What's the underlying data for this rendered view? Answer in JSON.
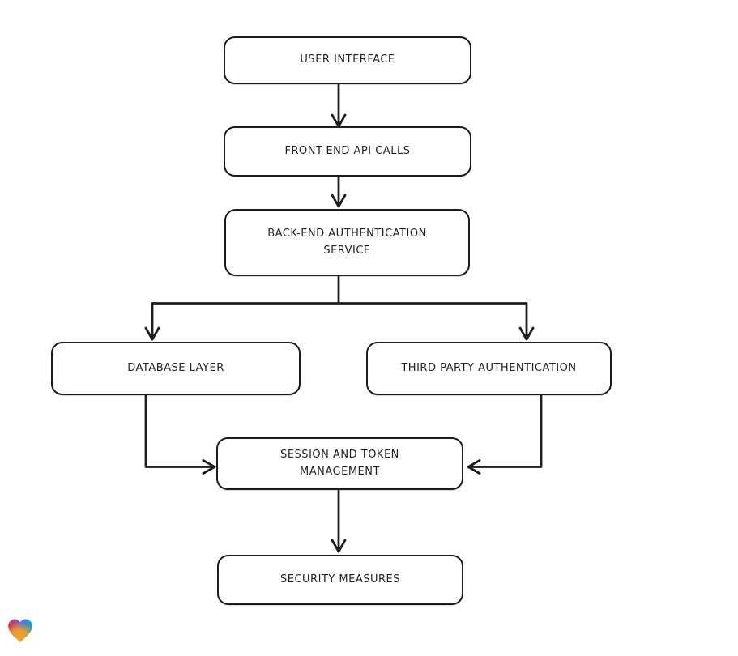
{
  "diagram": {
    "nodes": [
      {
        "id": "user-interface",
        "label": "USER INTERFACE"
      },
      {
        "id": "front-end-api-calls",
        "label": "FRONT-END API CALLS"
      },
      {
        "id": "back-end-authentication-service",
        "label": "BACK-END AUTHENTICATION\nSERVICE"
      },
      {
        "id": "database-layer",
        "label": "DATABASE LAYER"
      },
      {
        "id": "third-party-authentication",
        "label": "THIRD PARTY AUTHENTICATION"
      },
      {
        "id": "session-and-token-management",
        "label": "SESSION AND TOKEN\nMANAGEMENT"
      },
      {
        "id": "security-measures",
        "label": "SECURITY MEASURES"
      }
    ],
    "edges": [
      {
        "from": "user-interface",
        "to": "front-end-api-calls"
      },
      {
        "from": "front-end-api-calls",
        "to": "back-end-authentication-service"
      },
      {
        "from": "back-end-authentication-service",
        "to": "database-layer"
      },
      {
        "from": "back-end-authentication-service",
        "to": "third-party-authentication"
      },
      {
        "from": "database-layer",
        "to": "session-and-token-management"
      },
      {
        "from": "third-party-authentication",
        "to": "session-and-token-management"
      },
      {
        "from": "session-and-token-management",
        "to": "security-measures"
      }
    ],
    "colors": {
      "stroke": "#1d1d1d",
      "node_fill": "#ffffff",
      "background": "#ffffff",
      "text": "#232323"
    }
  },
  "branding": {
    "logo_name": "lovable-heart-logo",
    "colors": {
      "red": "#E62A2F",
      "teal": "#17A7C6",
      "blue": "#3B7DE0",
      "orange": "#F9A11F"
    }
  }
}
